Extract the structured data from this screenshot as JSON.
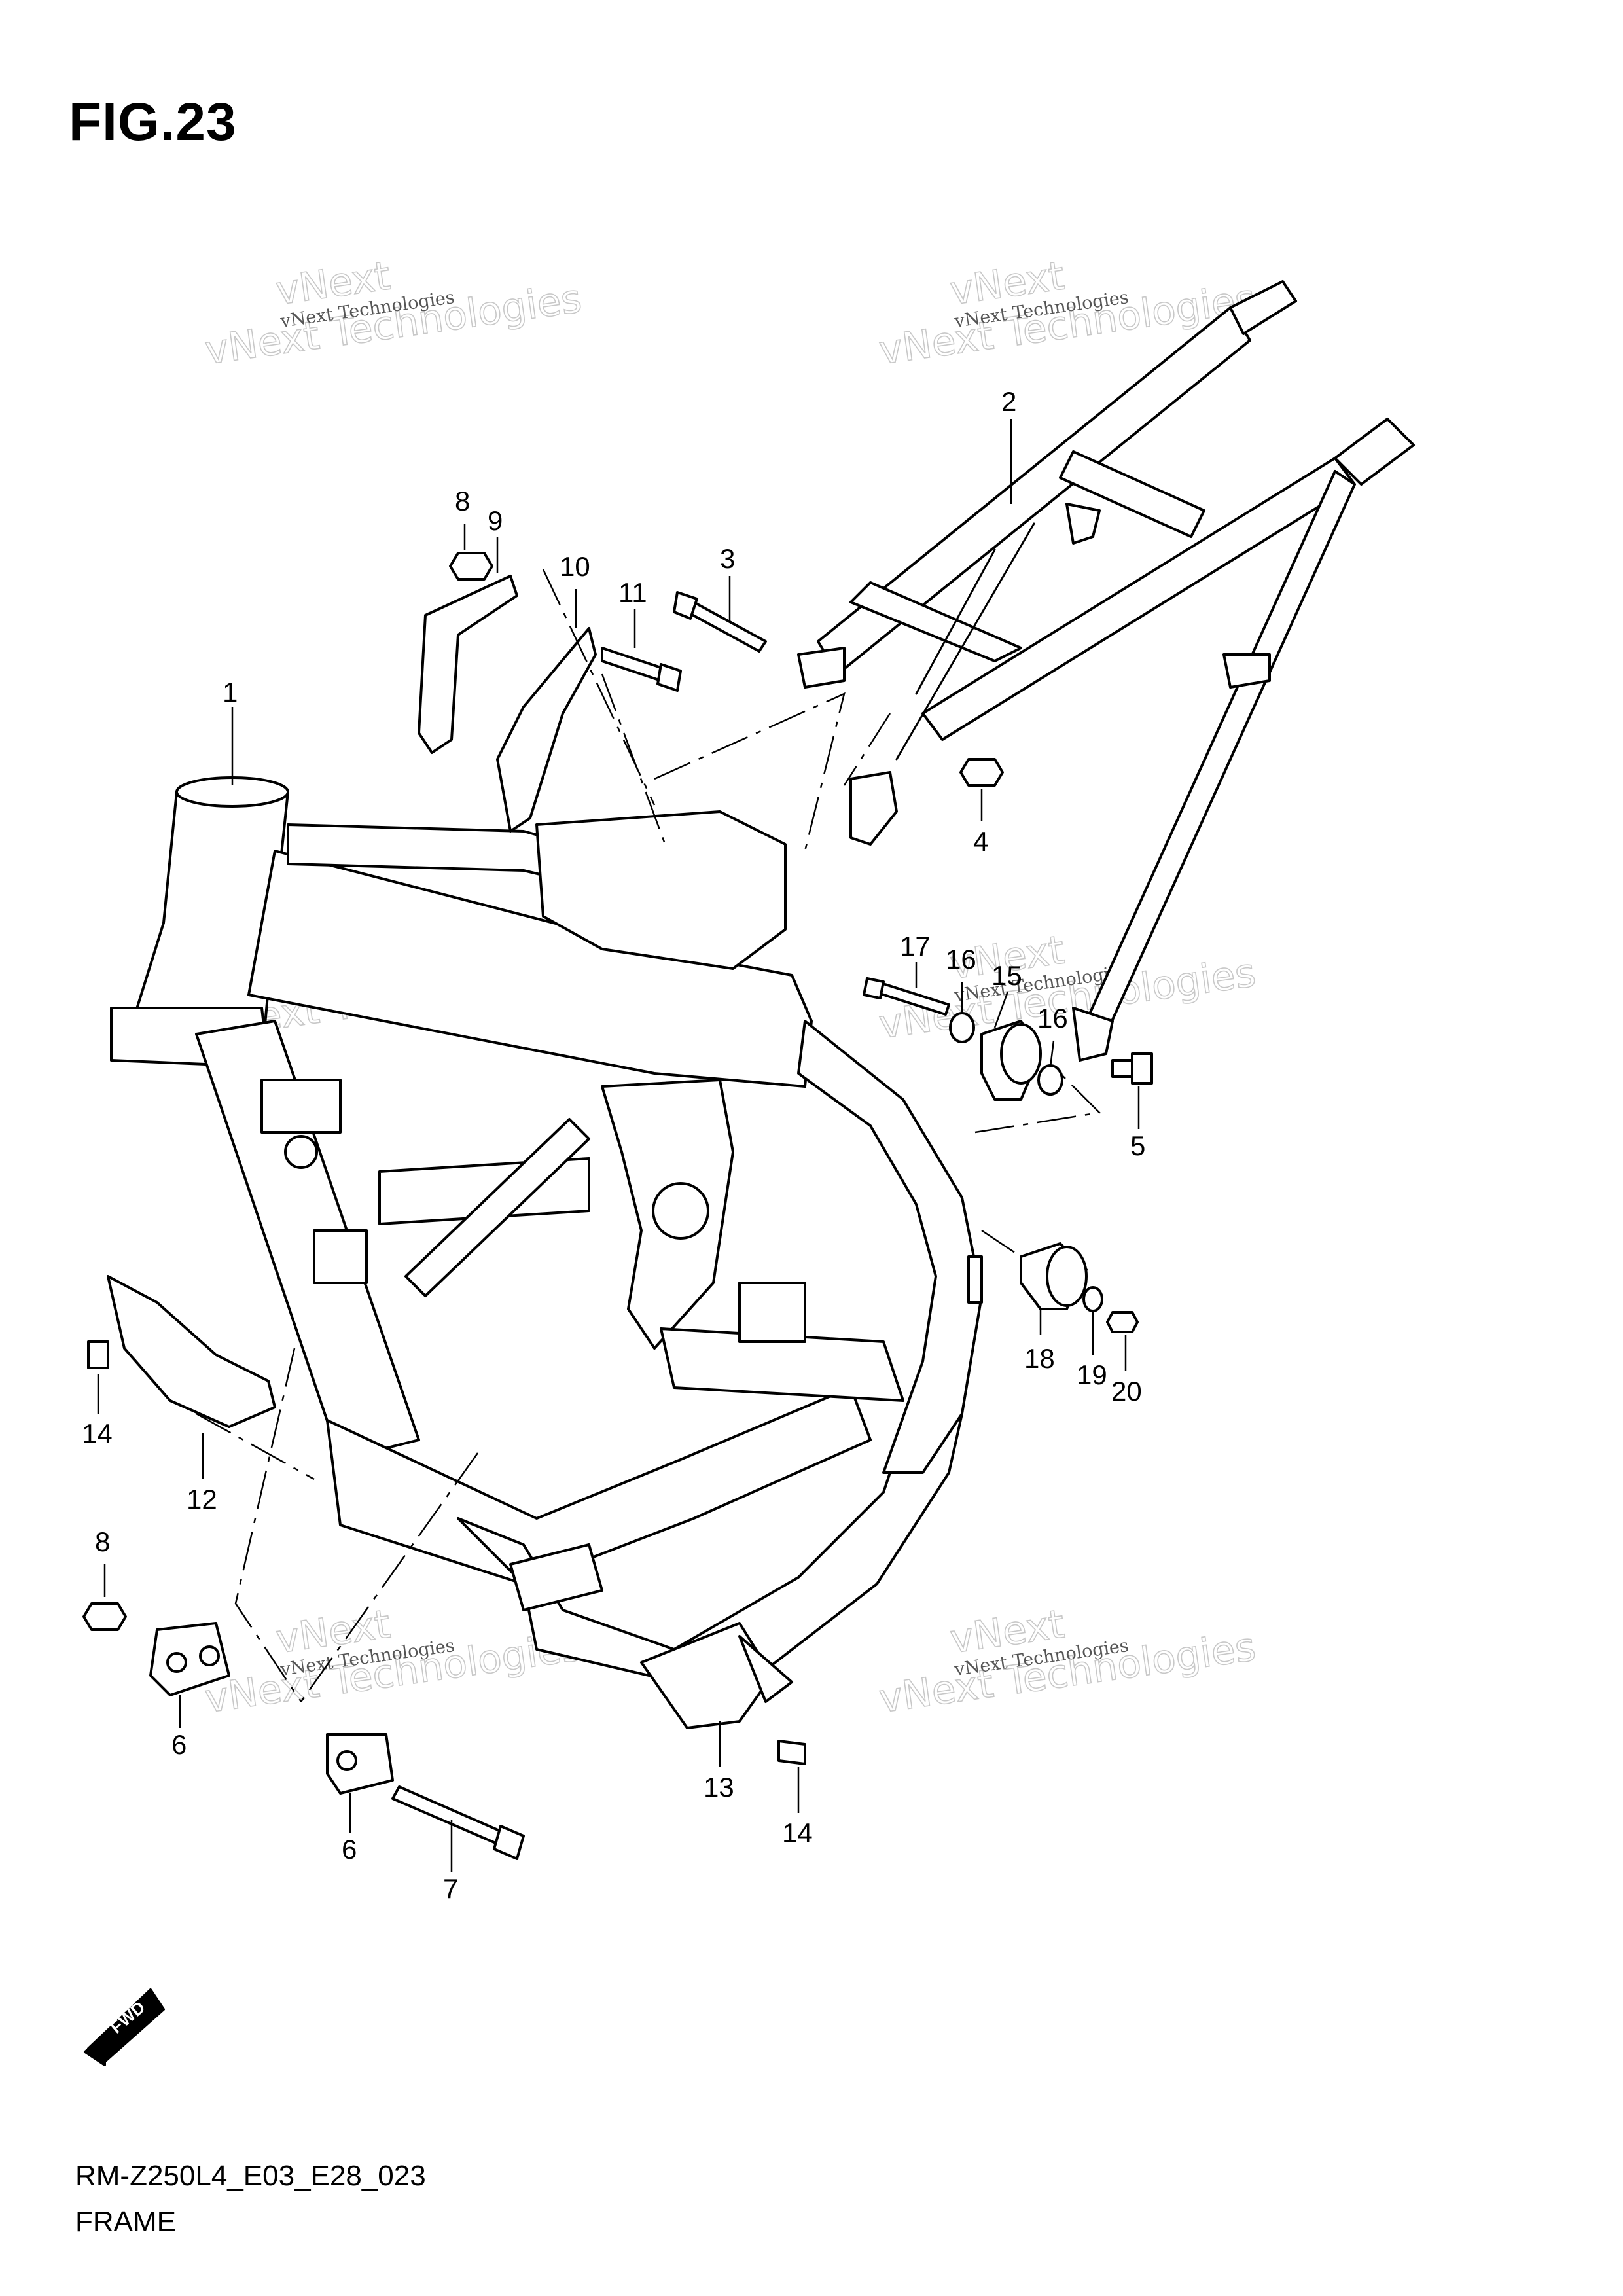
{
  "figure": {
    "title": "FIG.23",
    "model_code": "RM-Z250L4_E03_E28_023",
    "name": "FRAME"
  },
  "watermark": {
    "line_small": "vNext Technologies",
    "line_big": "vNext Technologies",
    "line_logo": "vNext"
  },
  "fwd_badge": "FWD",
  "callouts": [
    {
      "id": "c1",
      "label": "1"
    },
    {
      "id": "c2",
      "label": "2"
    },
    {
      "id": "c3",
      "label": "3"
    },
    {
      "id": "c4",
      "label": "4"
    },
    {
      "id": "c5",
      "label": "5"
    },
    {
      "id": "c6a",
      "label": "6"
    },
    {
      "id": "c6b",
      "label": "6"
    },
    {
      "id": "c7",
      "label": "7"
    },
    {
      "id": "c8a",
      "label": "8"
    },
    {
      "id": "c8b",
      "label": "8"
    },
    {
      "id": "c9",
      "label": "9"
    },
    {
      "id": "c10",
      "label": "10"
    },
    {
      "id": "c11",
      "label": "11"
    },
    {
      "id": "c12",
      "label": "12"
    },
    {
      "id": "c13",
      "label": "13"
    },
    {
      "id": "c14a",
      "label": "14"
    },
    {
      "id": "c14b",
      "label": "14"
    },
    {
      "id": "c15",
      "label": "15"
    },
    {
      "id": "c16a",
      "label": "16"
    },
    {
      "id": "c16b",
      "label": "16"
    },
    {
      "id": "c17",
      "label": "17"
    },
    {
      "id": "c18",
      "label": "18"
    },
    {
      "id": "c19",
      "label": "19"
    },
    {
      "id": "c20",
      "label": "20"
    }
  ]
}
